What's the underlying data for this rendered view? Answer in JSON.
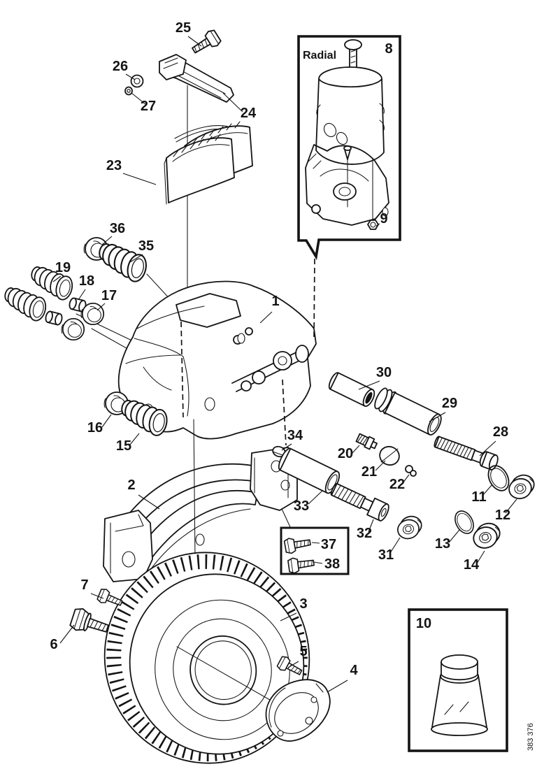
{
  "figure": {
    "type": "exploded-parts-diagram",
    "subject": "disc brake assembly",
    "background": "#ffffff",
    "line_color": "#141414"
  },
  "inset_radial": {
    "title": "Radial"
  },
  "footer": {
    "drawing_number": "383 376"
  },
  "labels": {
    "p1": "1",
    "p2": "2",
    "p3": "3",
    "p4": "4",
    "p5": "5",
    "p6": "6",
    "p7": "7",
    "p8": "8",
    "p9": "9",
    "p10": "10",
    "p11": "11",
    "p12": "12",
    "p13": "13",
    "p14": "14",
    "p15": "15",
    "p16": "16",
    "p17": "17",
    "p18": "18",
    "p19": "19",
    "p20": "20",
    "p21": "21",
    "p22": "22",
    "p23": "23",
    "p24": "24",
    "p25": "25",
    "p26": "26",
    "p27": "27",
    "p28": "28",
    "p29": "29",
    "p30": "30",
    "p31": "31",
    "p32": "32",
    "p33": "33",
    "p34": "34",
    "p35": "35",
    "p36": "36",
    "p37": "37",
    "p38": "38"
  }
}
